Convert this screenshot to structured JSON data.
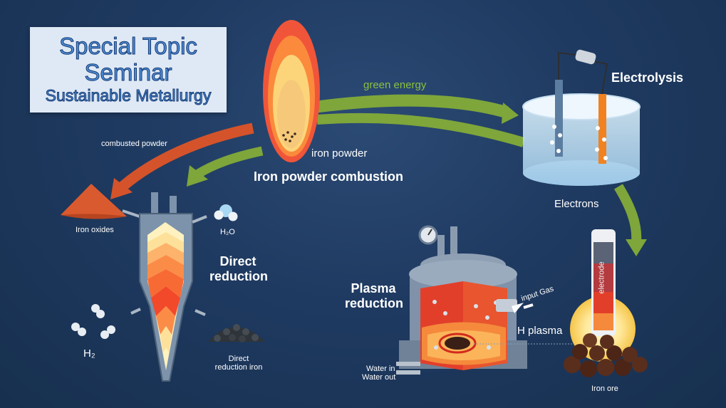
{
  "title": {
    "line1": "Special Topic",
    "line2": "Seminar",
    "line3": "Sustainable Metallurgy"
  },
  "labels": {
    "green_energy": "green energy",
    "electrolysis": "Electrolysis",
    "combusted_powder": "combusted powder",
    "iron_powder": "iron powder",
    "iron_powder_combustion": "Iron powder combustion",
    "iron_oxides": "Iron oxides",
    "h2o": "H₂O",
    "direct_reduction_1": "Direct",
    "direct_reduction_2": "reduction",
    "h2": "H₂",
    "dri_1": "Direct",
    "dri_2": "reduction iron",
    "electrons": "Electrons",
    "plasma_reduction_1": "Plasma",
    "plasma_reduction_2": "reduction",
    "input_gas": "input Gas",
    "h_plasma": "H plasma",
    "water_in": "Water in",
    "water_out": "Water out",
    "electrode": "electrode",
    "iron_ore": "Iron ore"
  },
  "colors": {
    "background": "#1f3a61",
    "arrow_green": "#7ea63a",
    "arrow_orange": "#d5532a",
    "flame_outer": "#f0553a",
    "flame_inner": "#fbe0a0"
  }
}
